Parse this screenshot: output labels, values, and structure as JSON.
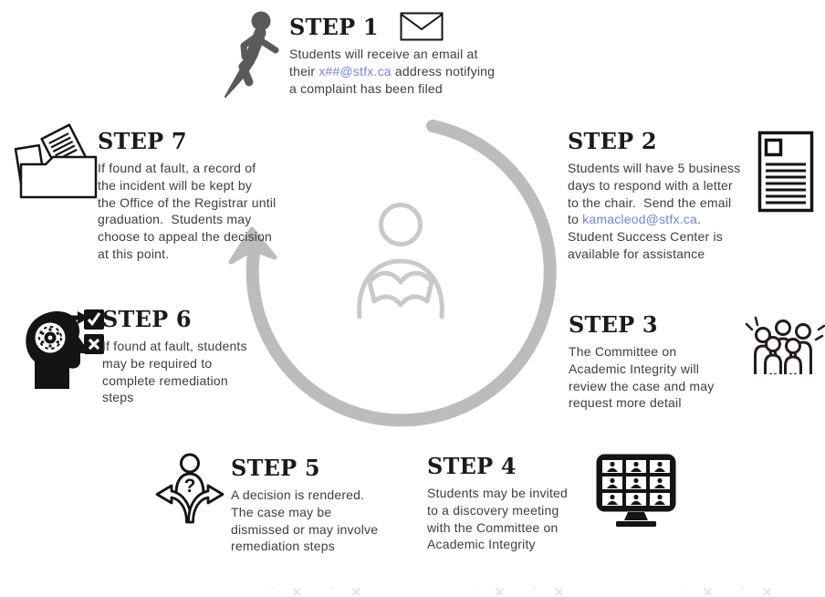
{
  "colors": {
    "link": "#7283e8",
    "title_text": "#1b1b1b",
    "body_text": "#3e3e3e",
    "cycle_arrow": "#bcbcbc",
    "reader_outline": "#c9c9c9",
    "icon_dark": "#141414",
    "runner_gray": "#5a5a5a"
  },
  "icons": {
    "step1_left": "runner-icon",
    "step1_right": "envelope-icon",
    "step2_right": "letter-document-icon",
    "step3_right": "group-applause-icon",
    "step4_right": "video-meeting-monitor-icon",
    "step5_left": "decision-paths-icon",
    "step6_left": "head-gears-checklist-icon",
    "step7_left": "folder-documents-icon",
    "center": "reading-person-icon",
    "center_ring": "cycle-arrow"
  },
  "steps": [
    {
      "title": "STEP 1",
      "segments": [
        {
          "text": "Students will receive an email at\ntheir ",
          "link": false
        },
        {
          "text": "x##@stfx.ca",
          "link": true
        },
        {
          "text": " address notifying\na complaint has been filed",
          "link": false
        }
      ]
    },
    {
      "title": "STEP 2",
      "segments": [
        {
          "text": "Students will have 5 business\ndays to respond with a letter\nto the chair.  Send the email\nto ",
          "link": false
        },
        {
          "text": "kamacleod@stfx.ca",
          "link": true
        },
        {
          "text": ".\nStudent Success Center is\navailable for assistance",
          "link": false
        }
      ]
    },
    {
      "title": "STEP 3",
      "body": "The Committee on\nAcademic Integrity will\nreview the case and may\nrequest more detail"
    },
    {
      "title": "STEP 4",
      "body": "Students may be invited\nto a discovery meeting\nwith the Committee on\nAcademic Integrity"
    },
    {
      "title": "STEP 5",
      "body": "A decision is rendered.\nThe case may be\ndismissed or may involve\nremediation steps"
    },
    {
      "title": "STEP 6",
      "body": "If found at fault, students\nmay be required to\ncomplete remediation\nsteps"
    },
    {
      "title": "STEP 7",
      "body": "If found at fault, a record of\nthe incident will be kept by\nthe Office of the Registrar until\ngraduation.  Students may\nchoose to appeal the decision\nat this point."
    }
  ],
  "watermark": {
    "glyphs": "´ ✕  ´ ✕"
  }
}
